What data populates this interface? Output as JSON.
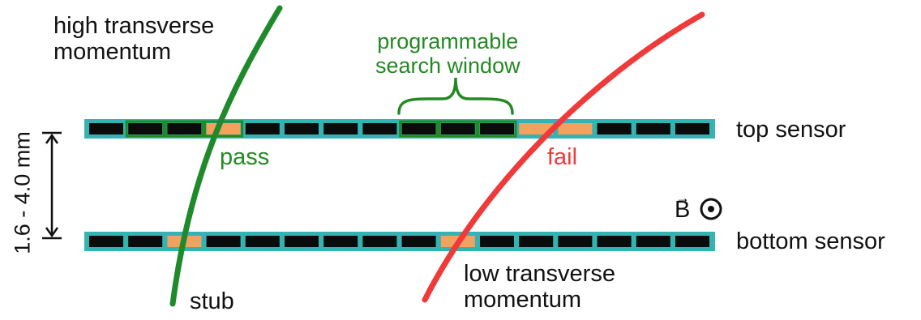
{
  "labels": {
    "high_pt": [
      "high transverse",
      "momentum"
    ],
    "search_window": [
      "programmable",
      "search window"
    ],
    "pass": "pass",
    "fail": "fail",
    "top_sensor": "top sensor",
    "bottom_sensor": "bottom sensor",
    "low_pt": [
      "low transverse",
      "momentum"
    ],
    "stub": "stub",
    "sensor_separation": "1.6 - 4.0 mm",
    "magnetic_field": "B"
  },
  "colors": {
    "sensor_frame": "#35b3b3",
    "strip": "#0b0b0b",
    "hit_strip": "#f3a15d",
    "search_window": "#238a23",
    "high_pt_track": "#1f8a2a",
    "low_pt_track": "#f03a3a",
    "text": "#111111",
    "pass_text": "#238a23",
    "fail_text": "#f03a3a"
  },
  "sensors": {
    "top": {
      "strip_count": 16,
      "hit_strips": [
        3,
        11,
        12
      ],
      "window_strips": [
        1,
        2,
        3,
        8,
        9,
        10
      ]
    },
    "bottom": {
      "strip_count": 16,
      "hit_strips": [
        2,
        9
      ]
    }
  }
}
